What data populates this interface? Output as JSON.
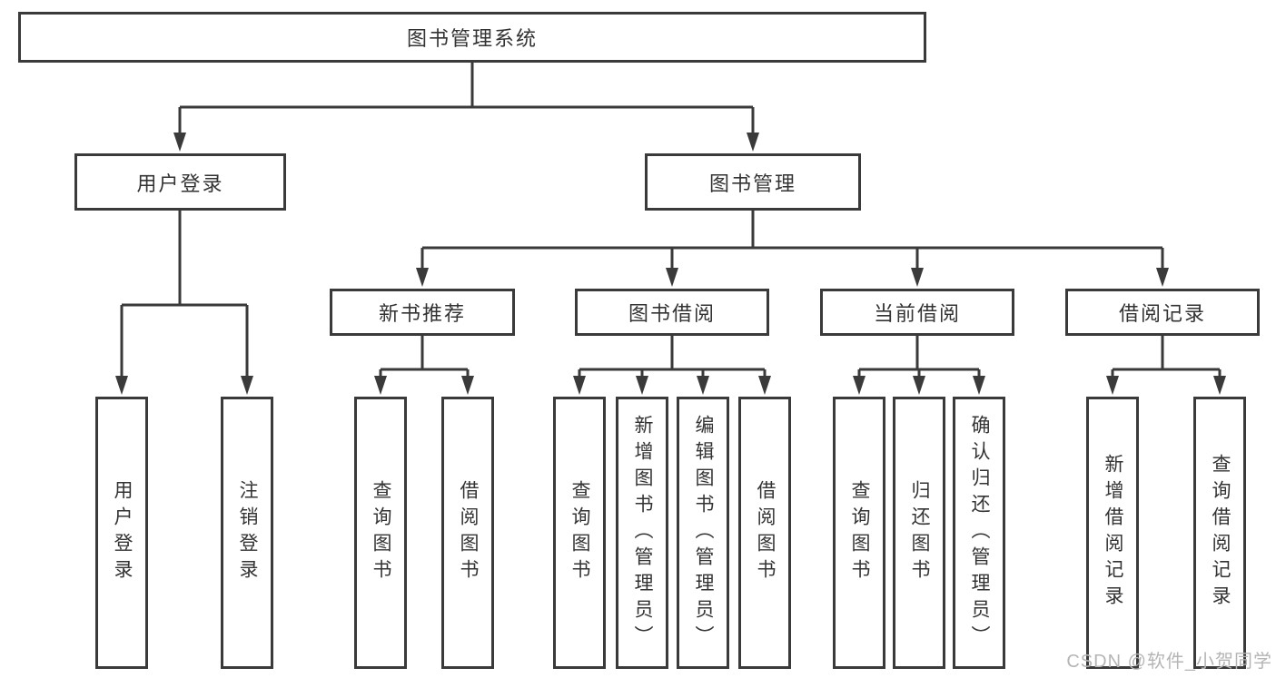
{
  "diagram": {
    "title": "图书管理系统",
    "watermark": "CSDN @软件_小贺同学",
    "colors": {
      "line": "#3a3a3a",
      "text": "#333333",
      "background": "#ffffff",
      "watermark": "#b5b5b5"
    },
    "nodes": {
      "root": {
        "label": "图书管理系统"
      },
      "user_login": {
        "label": "用户登录"
      },
      "book_mgmt": {
        "label": "图书管理"
      },
      "new_book_rec": {
        "label": "新书推荐"
      },
      "book_borrow": {
        "label": "图书借阅"
      },
      "current_borrow": {
        "label": "当前借阅"
      },
      "borrow_record": {
        "label": "借阅记录"
      },
      "leaf_user_login": {
        "label": "用户登录"
      },
      "leaf_logout": {
        "label": "注销登录"
      },
      "leaf_query_book_1": {
        "label": "查询图书"
      },
      "leaf_borrow_book_1": {
        "label": "借阅图书"
      },
      "leaf_query_book_2": {
        "label": "查询图书"
      },
      "leaf_add_book": {
        "label": "新增图书（管理员）"
      },
      "leaf_edit_book": {
        "label": "编辑图书（管理员）"
      },
      "leaf_borrow_book_2": {
        "label": "借阅图书"
      },
      "leaf_query_book_3": {
        "label": "查询图书"
      },
      "leaf_return_book": {
        "label": "归还图书"
      },
      "leaf_confirm_return": {
        "label": "确认归还（管理员）"
      },
      "leaf_add_record": {
        "label": "新增借阅记录"
      },
      "leaf_query_record": {
        "label": "查询借阅记录"
      }
    }
  }
}
